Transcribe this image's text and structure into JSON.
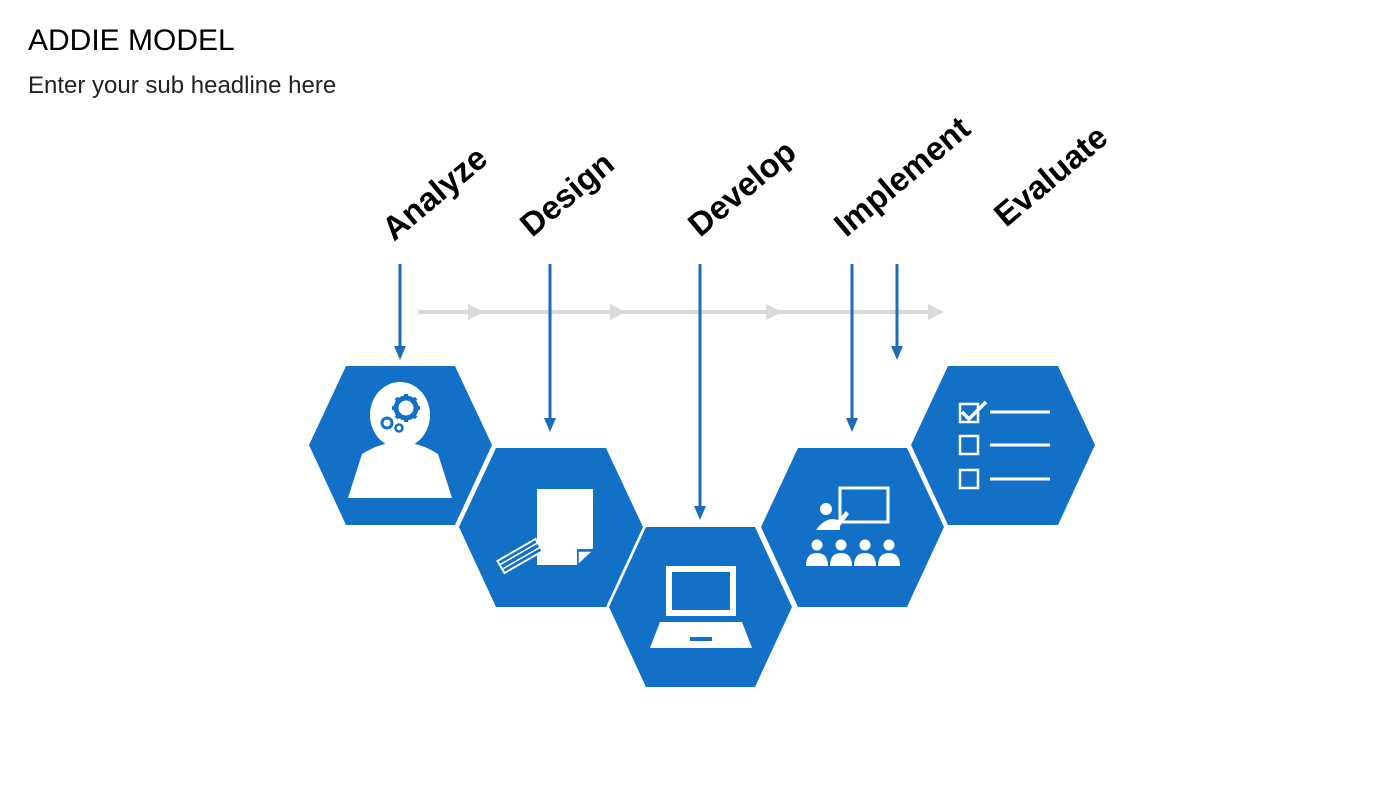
{
  "slide": {
    "title": "ADDIE MODEL",
    "subtitle": "Enter your sub headline here"
  },
  "colors": {
    "hex_fill": "#1270C6",
    "arrow": "#1E6CB8",
    "flow_arrow": "#D9D9D9",
    "icon": "#FFFFFF"
  },
  "steps": [
    {
      "label": "Analyze",
      "icon": "head-gears-icon"
    },
    {
      "label": "Design",
      "icon": "document-pencil-icon"
    },
    {
      "label": "Develop",
      "icon": "laptop-icon"
    },
    {
      "label": "Implement",
      "icon": "teacher-audience-icon"
    },
    {
      "label": "Evaluate",
      "icon": "checklist-icon"
    }
  ]
}
